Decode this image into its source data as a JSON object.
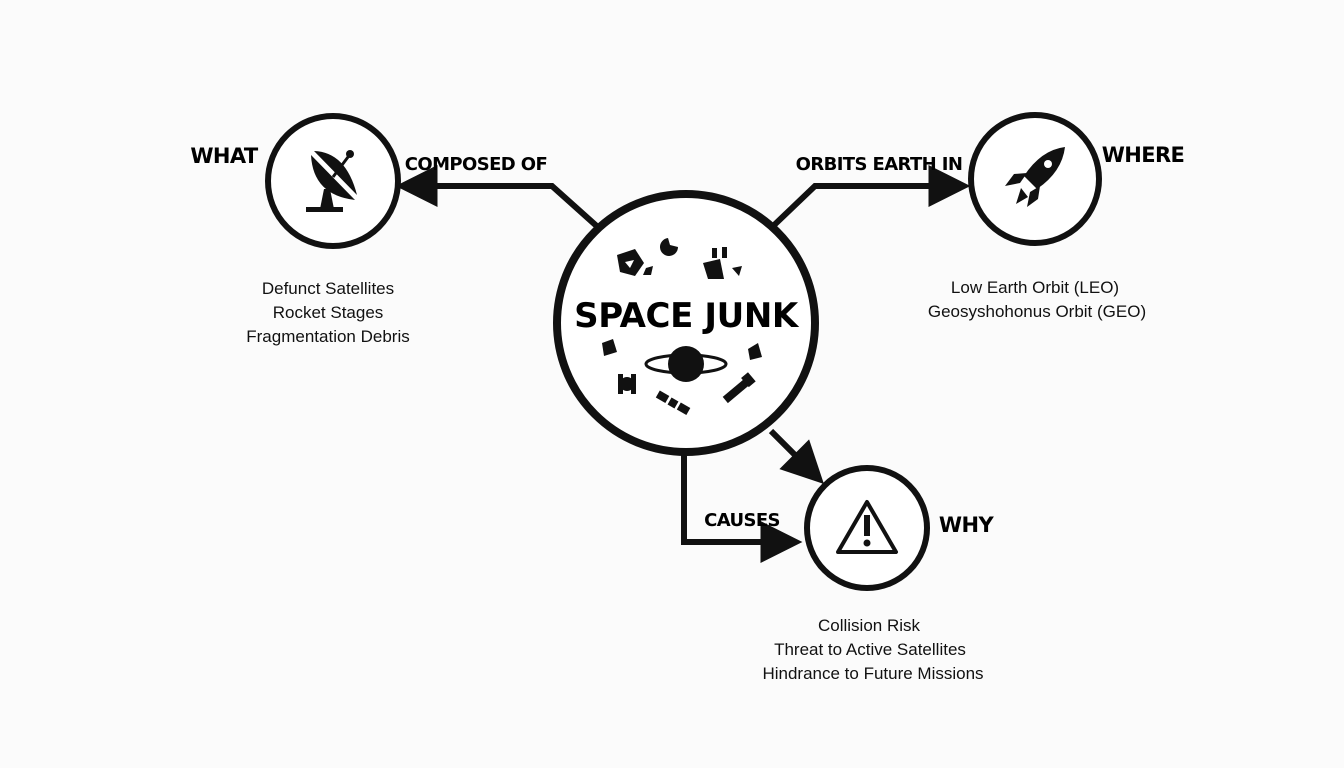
{
  "center": {
    "title": "SPACE JUNK"
  },
  "nodes": {
    "what": {
      "label": "WHAT",
      "icon": "satellite-dish-icon",
      "items": [
        "Defunct Satellites",
        "Rocket Stages",
        "Fragmentation Debris"
      ]
    },
    "where": {
      "label": "WHERE",
      "icon": "rocket-icon",
      "items": [
        "Low Earth Orbit (LEO)",
        "Geosyshohonus Orbit (GEO)"
      ]
    },
    "why": {
      "label": "WHY",
      "icon": "warning-icon",
      "items": [
        "Collision Risk",
        "Threat to Active Satellites",
        "Hindrance to Future Missions"
      ]
    }
  },
  "edges": {
    "composed_of": "COMPOSED OF",
    "orbits_earth_in": "ORBITS EARTH IN",
    "causes": "CAUSES"
  },
  "colors": {
    "background": "#fbfbfb",
    "ink": "#111111"
  }
}
